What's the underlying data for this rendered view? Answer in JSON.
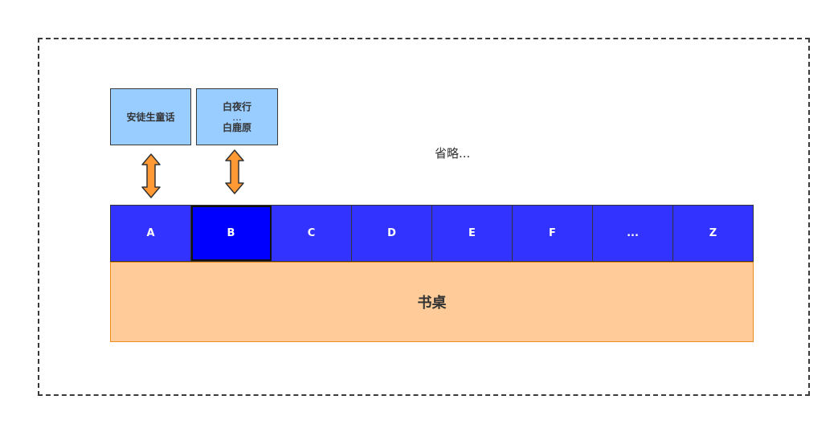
{
  "books": [
    {
      "lines": [
        "安徒生童话"
      ]
    },
    {
      "lines": [
        "白夜行",
        "...",
        "白鹿原"
      ]
    }
  ],
  "note": "省略...",
  "letters": [
    "A",
    "B",
    "C",
    "D",
    "E",
    "F",
    "...",
    "Z"
  ],
  "active_letter": "B",
  "desk_label": "书桌",
  "colors": {
    "book_fill": "#99ccff",
    "letter_fill": "#3333ff",
    "letter_active_fill": "#0000ff",
    "desk_fill": "#ffcc99",
    "desk_border": "#f08c1e",
    "arrow_fill": "#ff9933"
  }
}
